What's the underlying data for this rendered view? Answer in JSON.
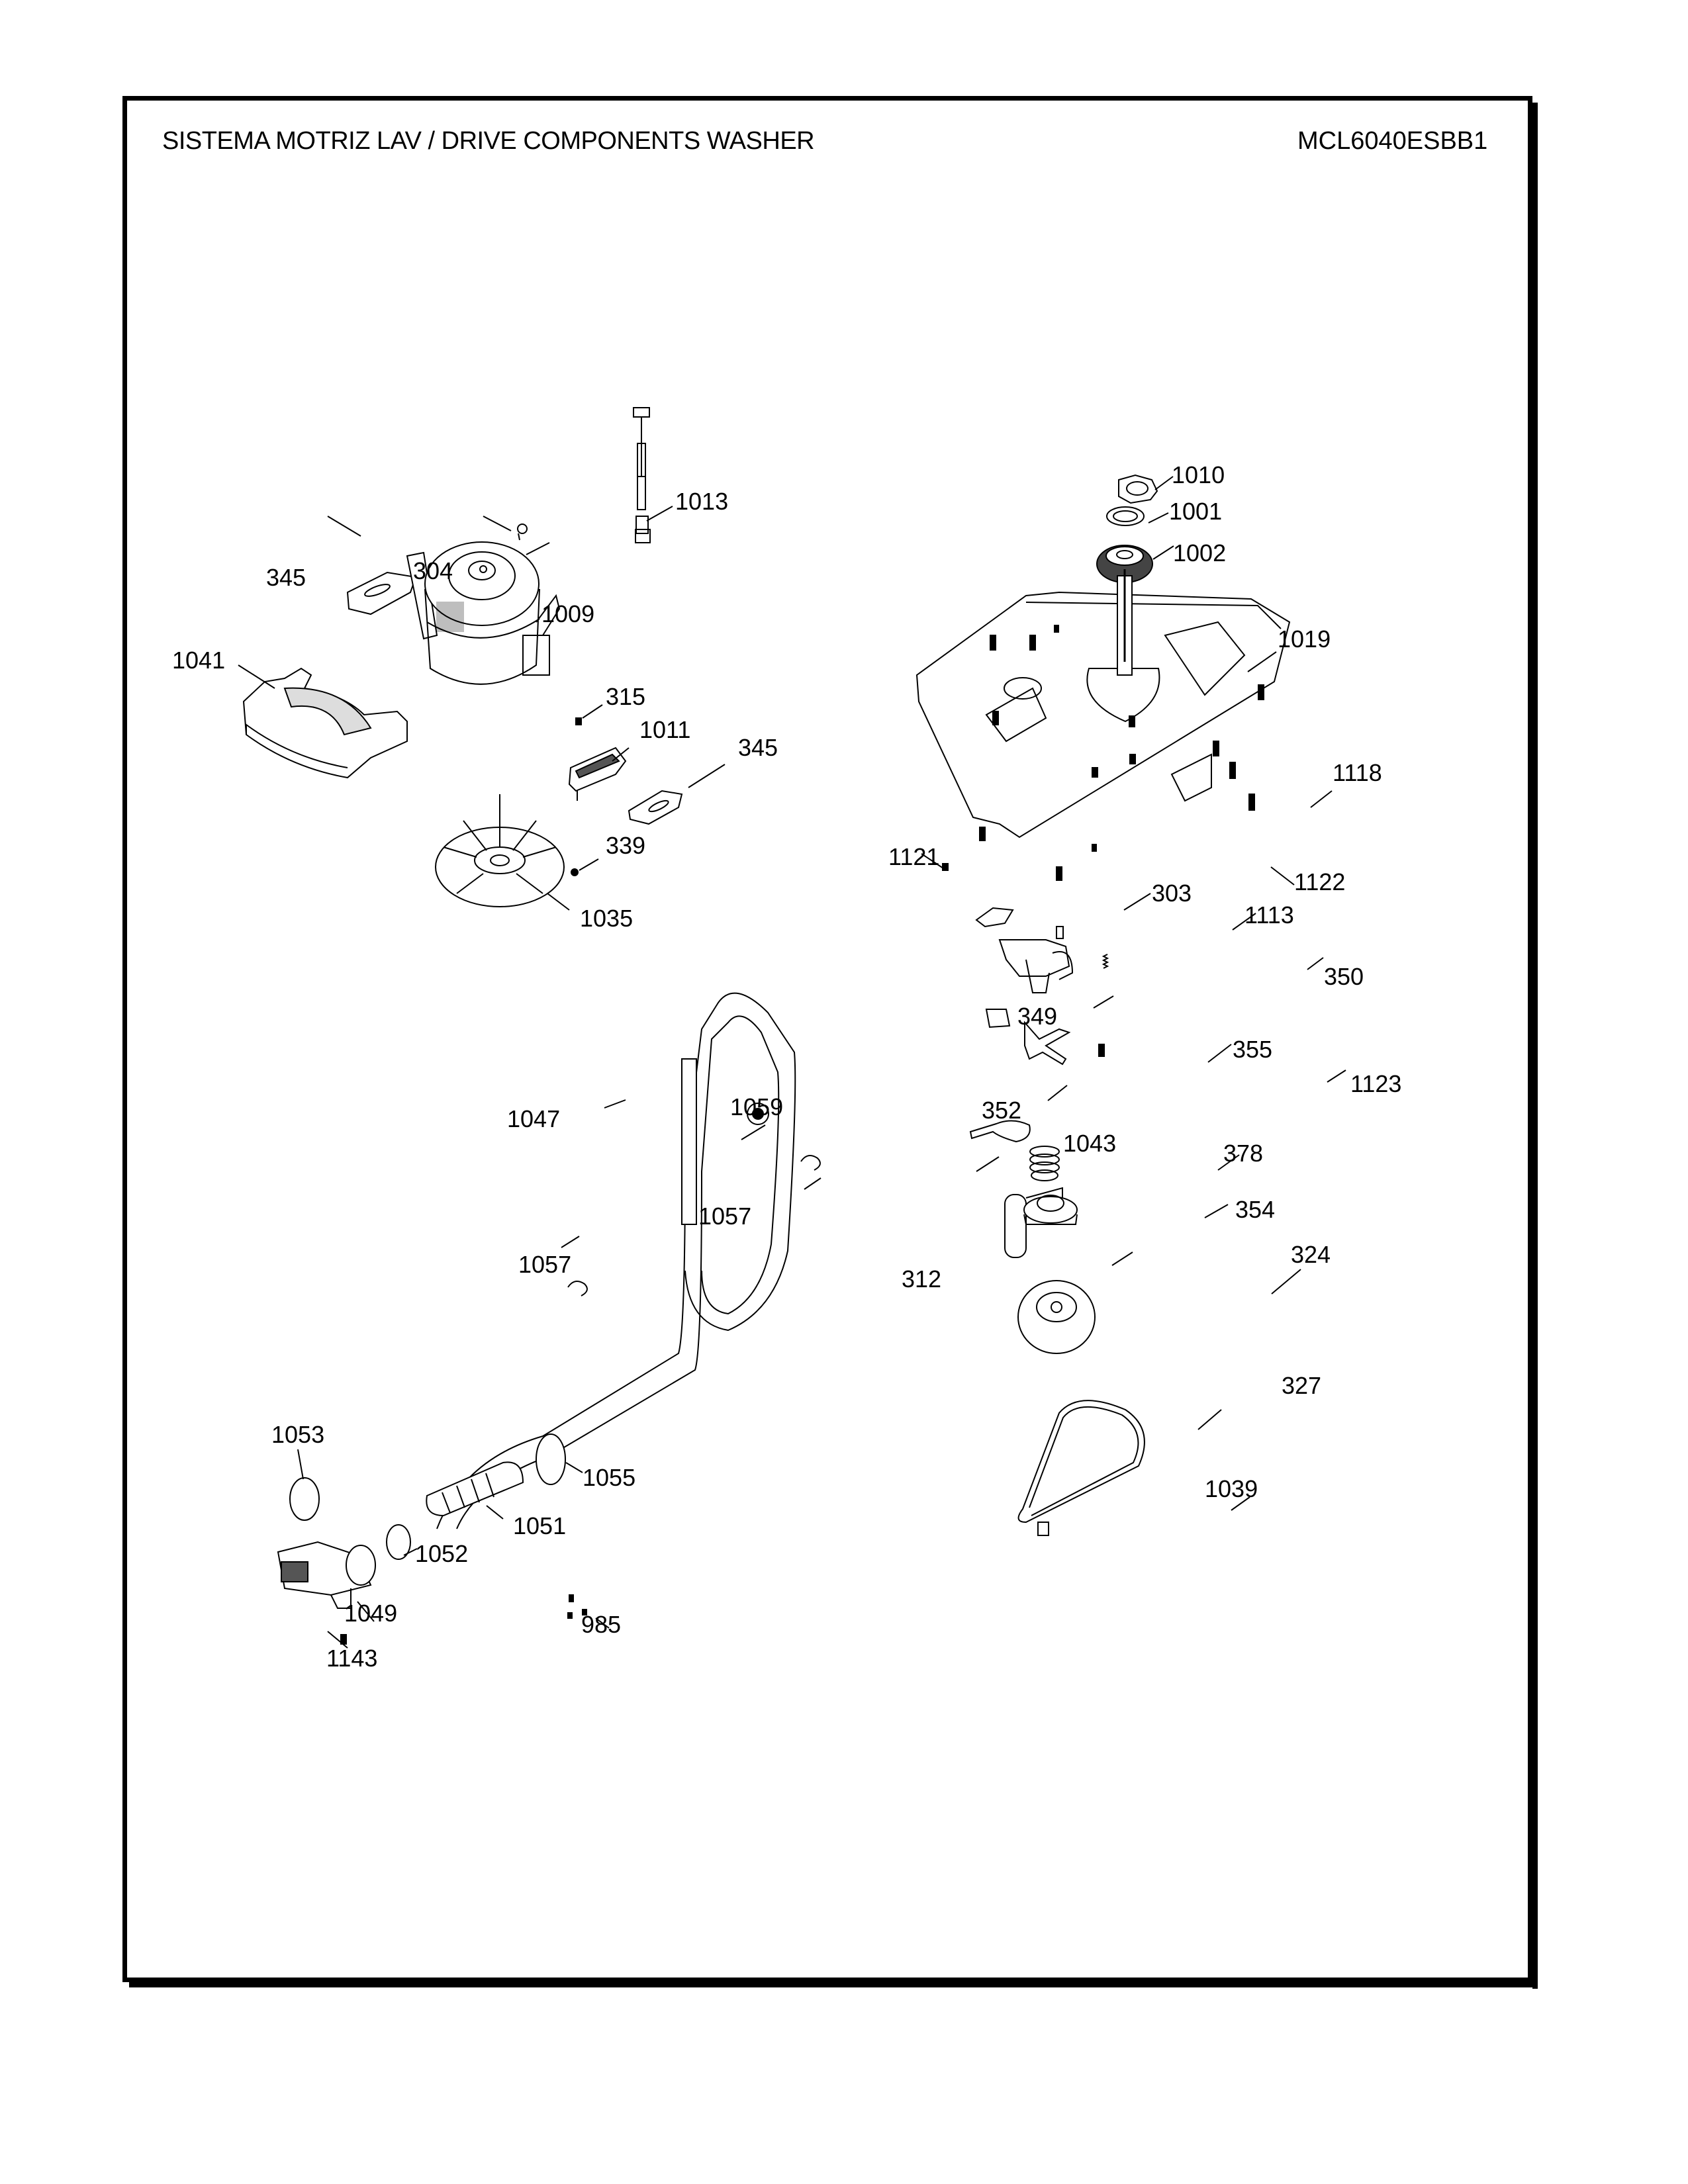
{
  "header": {
    "title": "SISTEMA MOTRIZ LAV / DRIVE COMPONENTS WASHER",
    "model": "MCL6040ESBB1"
  },
  "callouts": {
    "p1013": "1013",
    "p345a": "345",
    "p304": "304",
    "p1009": "1009",
    "p1041": "1041",
    "p315": "315",
    "p1011": "1011",
    "p345b": "345",
    "p339": "339",
    "p1035": "1035",
    "p1010": "1010",
    "p1001": "1001",
    "p1002": "1002",
    "p1019": "1019",
    "p1118": "1118",
    "p1121": "1121",
    "p1122": "1122",
    "p303": "303",
    "p1113": "1113",
    "p350": "350",
    "p349": "349",
    "p355": "355",
    "p352": "352",
    "p1123": "1123",
    "p1043": "1043",
    "p378": "378",
    "p354": "354",
    "p312": "312",
    "p324": "324",
    "p327": "327",
    "p1039": "1039",
    "p1047": "1047",
    "p1059": "1059",
    "p1057a": "1057",
    "p1057b": "1057",
    "p1053": "1053",
    "p1055": "1055",
    "p1051": "1051",
    "p1052": "1052",
    "p1049": "1049",
    "p985": "985",
    "p1143": "1143"
  }
}
